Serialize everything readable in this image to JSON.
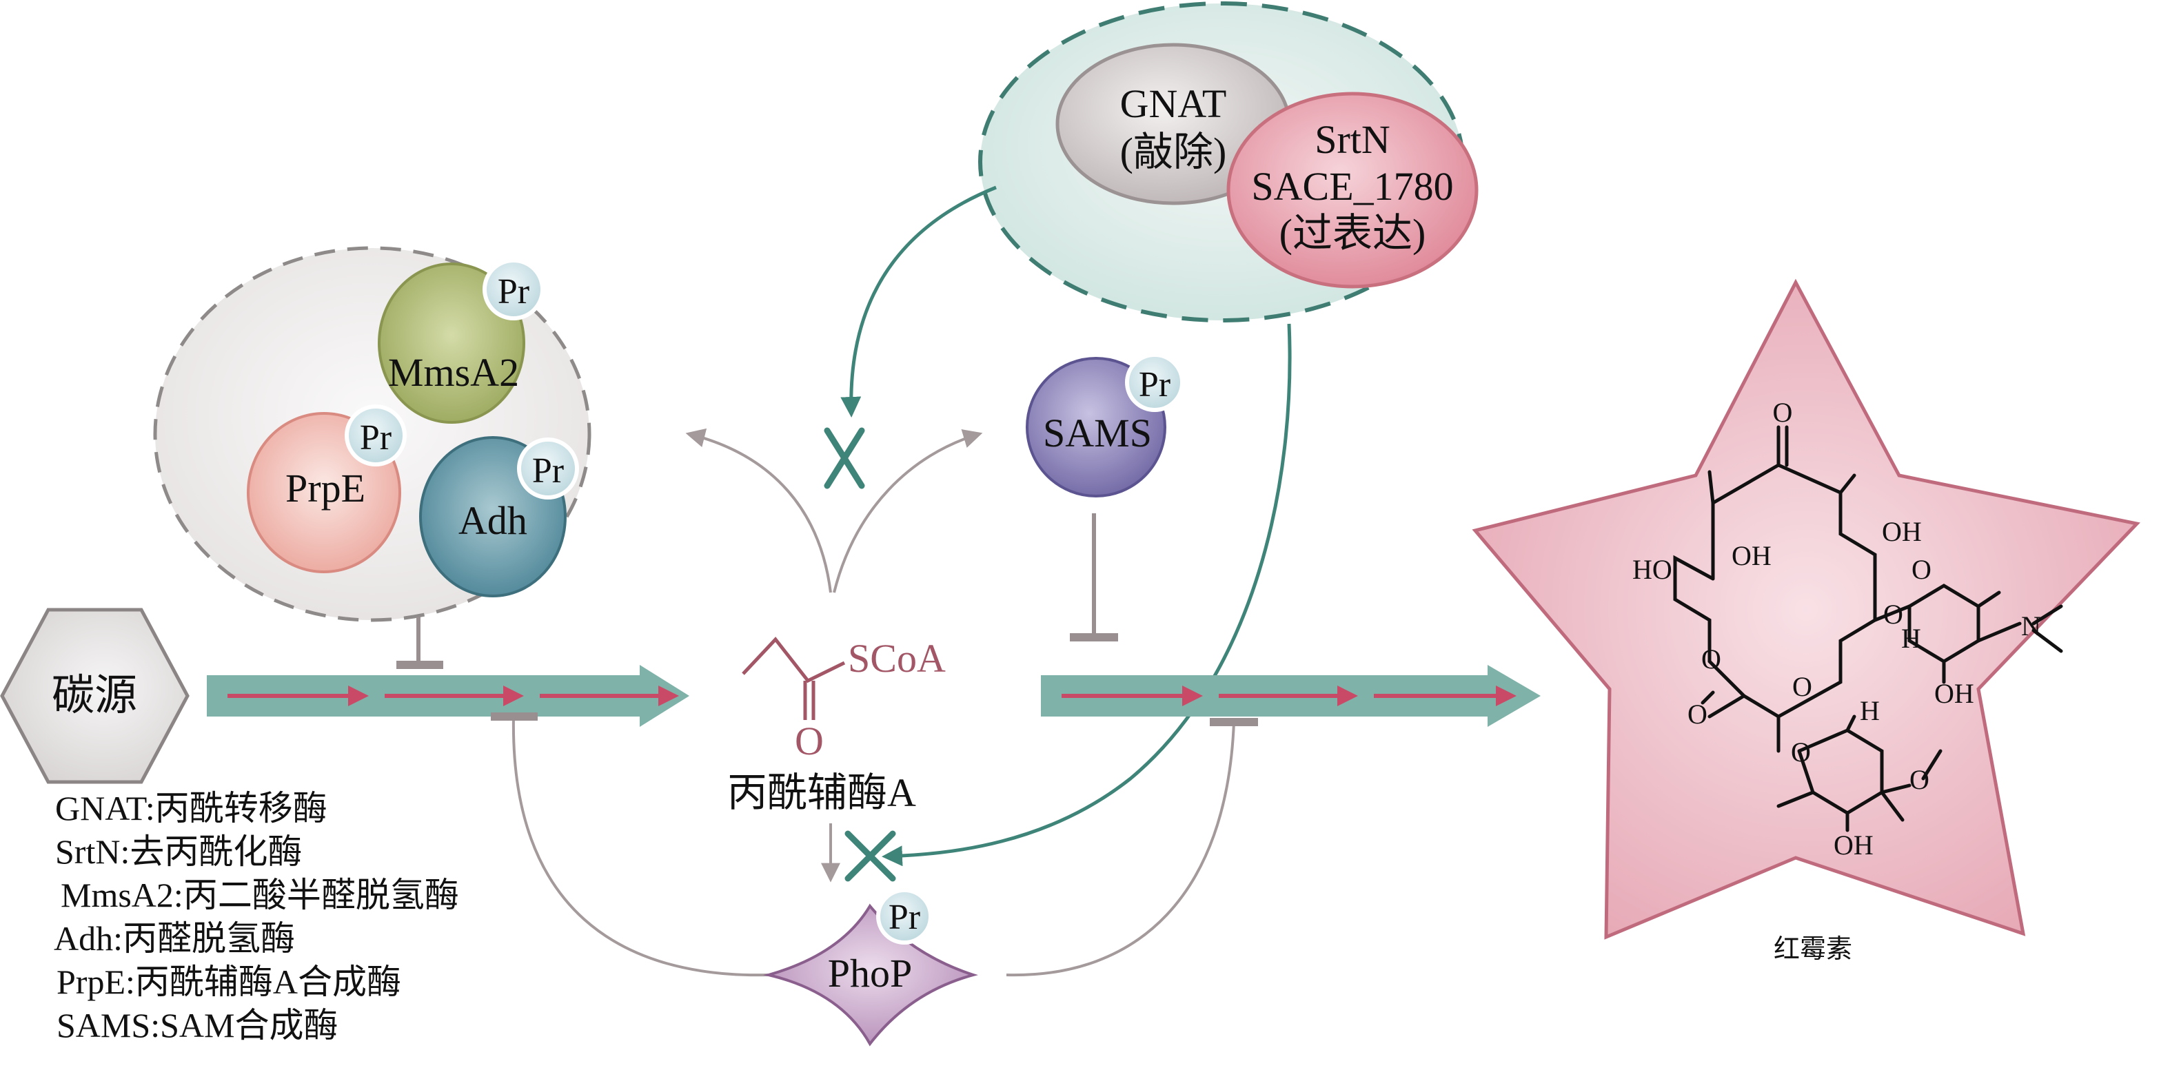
{
  "diagram": {
    "title": "Propionyl-CoA metabolic regulation toward erythromycin biosynthesis",
    "carbon_source": {
      "label": "碳源",
      "shape": "hexagon"
    },
    "propionyl_coa": {
      "structure_label": "SCoA",
      "oxygen_label": "O",
      "name": "丙酰辅酶A"
    },
    "product": {
      "name": "红霉素",
      "shape": "star"
    },
    "enzyme_cluster_left": {
      "enzymes": [
        {
          "id": "mmsa2",
          "label": "MmsA2",
          "modification": "Pr",
          "color": "#a7b36b"
        },
        {
          "id": "prpe",
          "label": "PrpE",
          "modification": "Pr",
          "color": "#eaa9a0"
        },
        {
          "id": "adh",
          "label": "Adh",
          "modification": "Pr",
          "color": "#4f8a9a"
        }
      ]
    },
    "sams": {
      "label": "SAMS",
      "modification": "Pr",
      "color": "#7b72ad"
    },
    "phop": {
      "label": "PhoP",
      "modification": "Pr",
      "color": "#b58db8"
    },
    "regulator_cluster_top": {
      "items": [
        {
          "id": "gnat",
          "label": "GNAT",
          "action": "(敲除)",
          "color": "#c9c3c3"
        },
        {
          "id": "srtn",
          "label": "SrtN",
          "sublabel": "SACE_1780",
          "action": "(过表达)",
          "color": "#e3899a"
        }
      ]
    },
    "erythromycin_atoms": {
      "O": "O",
      "OH": "OH",
      "HO": "HO",
      "H": "H",
      "N": "N"
    },
    "legend": [
      {
        "abbr": "GNAT",
        "desc": "丙酰转移酶"
      },
      {
        "abbr": "SrtN",
        "desc": "去丙酰化酶"
      },
      {
        "abbr": "MmsA2",
        "desc": "丙二酸半醛脱氢酶"
      },
      {
        "abbr": "Adh",
        "desc": "丙醛脱氢酶"
      },
      {
        "abbr": "PrpE",
        "desc": "丙酰辅酶A合成酶"
      },
      {
        "abbr": "SAMS",
        "desc": "SAM合成酶"
      }
    ],
    "colors": {
      "pathway_arrow": "#7fb2a8",
      "flux_arrow": "#c84a66",
      "inhibition": "#9a8f90",
      "regulation": "#3f8478",
      "block_mark": "#3f8478",
      "star_fill": "#eab3bf",
      "star_stroke": "#c06b7d"
    }
  }
}
